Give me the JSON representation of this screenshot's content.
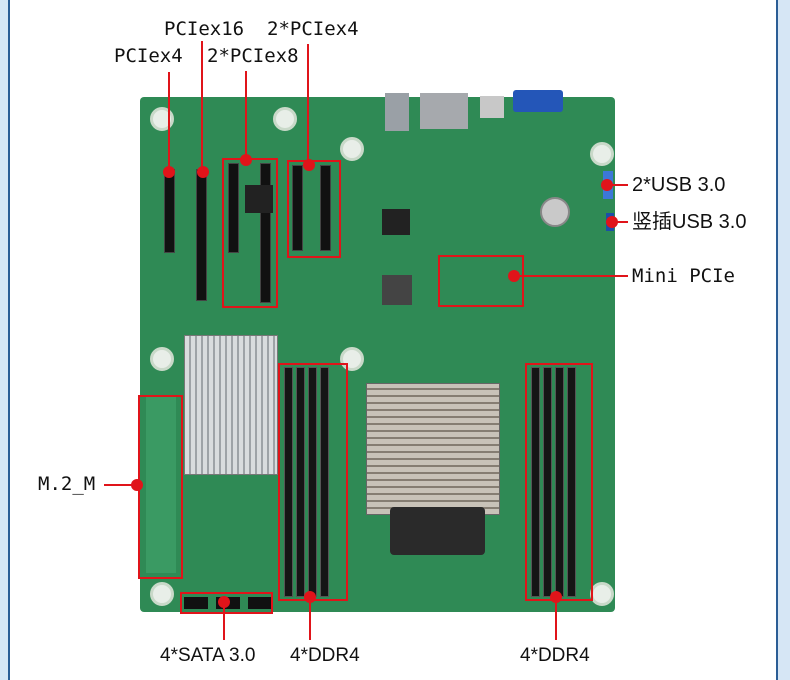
{
  "labels": {
    "pcie_x4": "PCIex4",
    "pcie_x16": "PCIex16",
    "pcie_x8_pair": "2*PCIex8",
    "pcie_x4_pair": "2*PCIex4",
    "usb_header": "2*USB 3.0",
    "usb_vertical": "竖插USB 3.0",
    "mini_pcie": "Mini PCIe",
    "m2": "M.2_M",
    "sata": "4*SATA 3.0",
    "ddr4_left": "4*DDR4",
    "ddr4_right": "4*DDR4"
  },
  "colors": {
    "callout": "#e0141a",
    "board": "#2f8a55",
    "frame": "#2b5d95"
  }
}
